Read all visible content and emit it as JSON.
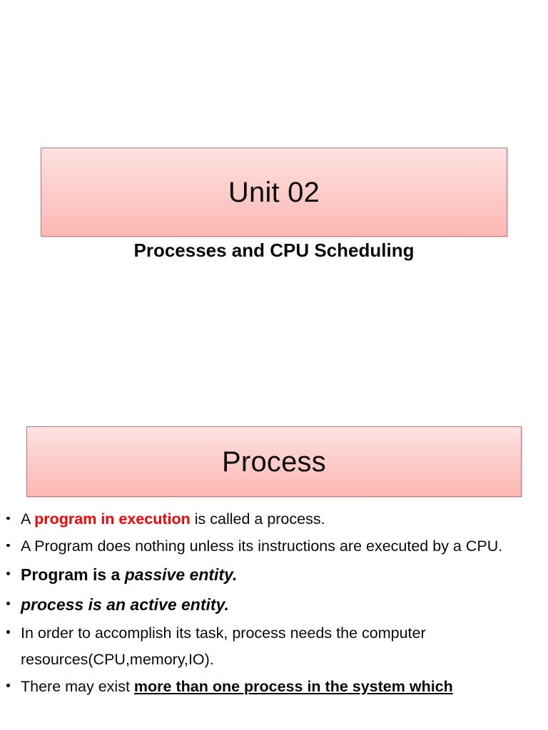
{
  "slide": {
    "unit_box": {
      "heading": "Unit 02"
    },
    "subtitle": "Processes and CPU Scheduling",
    "process_box": {
      "heading": "Process"
    },
    "bullets": [
      {
        "id": "program-in-execution",
        "segments": [
          {
            "text": "A ",
            "style": "plain"
          },
          {
            "text": "program in execution",
            "style": "red-bold"
          },
          {
            "text": " is called a process.",
            "style": "plain"
          }
        ]
      },
      {
        "id": "program-does-nothing",
        "segments": [
          {
            "text": "A Program does nothing unless its instructions are executed by a CPU.",
            "style": "plain"
          }
        ]
      },
      {
        "id": "program-passive-entity",
        "emphatic": true,
        "segments": [
          {
            "text": "Program is a ",
            "style": "bold"
          },
          {
            "text": "passive entity.",
            "style": "bold-italic"
          }
        ]
      },
      {
        "id": "process-active-entity",
        "emphatic": true,
        "segments": [
          {
            "text": "process is an active entity.",
            "style": "bold-italic"
          }
        ]
      },
      {
        "id": "process-needs-resources",
        "segments": [
          {
            "text": "In order to accomplish its task, process needs the computer resources(CPU,memory,IO).",
            "style": "plain"
          }
        ]
      },
      {
        "id": "more-than-one-process",
        "segments": [
          {
            "text": "There may exist ",
            "style": "plain"
          },
          {
            "text": "more than one process in the system which",
            "style": "bold-underline"
          }
        ]
      }
    ]
  },
  "colors": {
    "box_border": "#c0757d",
    "box_gradient_top": "#fde3e2",
    "box_gradient_bottom": "#fbb8b4",
    "accent_red": "#ff0000",
    "text": "#0a0a0a",
    "background": "#ffffff"
  }
}
